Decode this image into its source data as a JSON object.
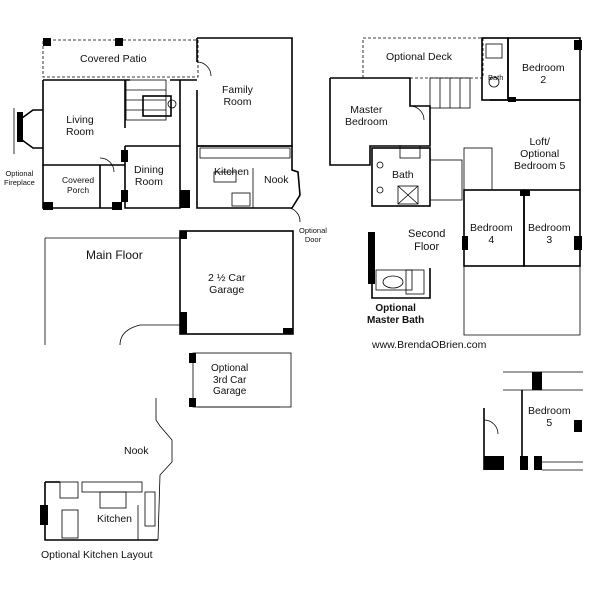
{
  "main_floor": {
    "title": "Main Floor",
    "rooms": {
      "covered_patio": "Covered Patio",
      "family_room": "Family\nRoom",
      "living_room": "Living\nRoom",
      "dining_room": "Dining\nRoom",
      "kitchen": "Kitchen",
      "nook": "Nook",
      "covered_porch": "Covered\nPorch",
      "garage": "2 ½ Car\nGarage",
      "third_garage": "Optional\n3rd Car\nGarage"
    },
    "notes": {
      "optional_fireplace": "Optional\nFireplace",
      "optional_door": "Optional\nDoor"
    }
  },
  "second_floor": {
    "title": "Second\nFloor",
    "rooms": {
      "optional_deck": "Optional Deck",
      "master_bedroom": "Master\nBedroom",
      "bath_small": "Bath",
      "bedroom_2": "Bedroom\n2",
      "loft": "Loft/\nOptional\nBedroom 5",
      "bath": "Bath",
      "bedroom_4": "Bedroom\n4",
      "bedroom_3": "Bedroom\n3",
      "optional_master_bath": "Optional\nMaster Bath"
    },
    "website": "www.BrendaOBrien.com"
  },
  "option_bedroom5": {
    "label": "Bedroom\n5"
  },
  "optional_kitchen": {
    "nook": "Nook",
    "kitchen": "Kitchen",
    "caption": "Optional Kitchen Layout"
  }
}
